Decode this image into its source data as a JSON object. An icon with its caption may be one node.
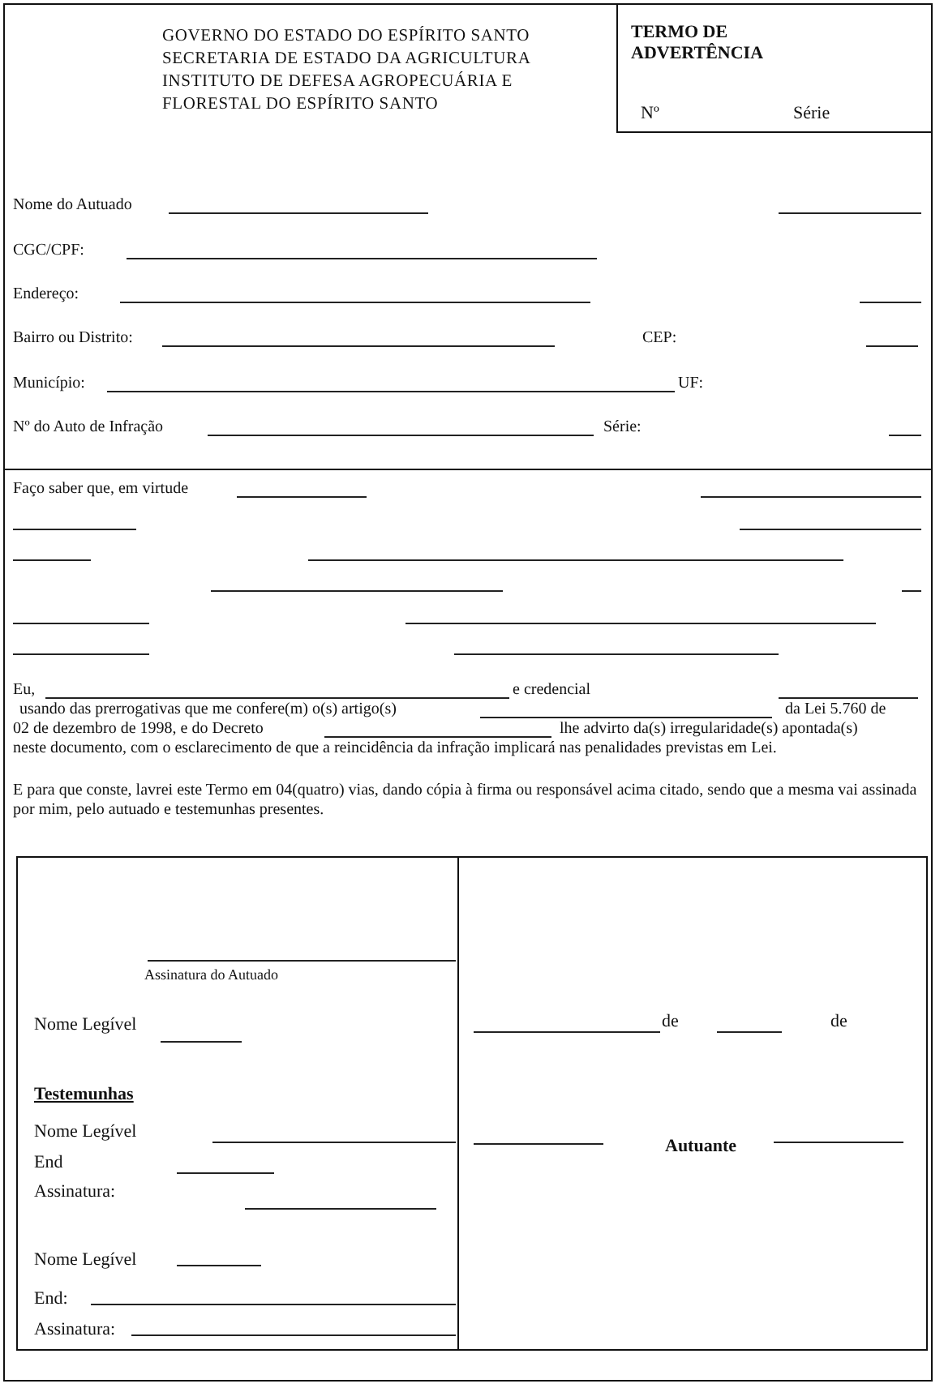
{
  "diagram": {
    "nodes": [
      {
        "text": [
          "TERMO DE ADVERTÊNCIA",
          "Nº",
          "Série"
        ]
      },
      {
        "text": [
          "Assinatura do Autuado",
          "Nome Legível",
          "Testemunhas",
          "Nome Legível",
          "End",
          "Assinatura:",
          "Nome Legível",
          "End:",
          "Assinatura:"
        ]
      },
      {
        "text": [
          "de",
          "de",
          "Autuante"
        ]
      }
    ],
    "labels": [
      "GOVERNO DO ESTADO DO ESPÍRITO SANTO",
      "SECRETARIA DE ESTADO DA AGRICULTURA",
      "INSTITUTO DE DEFESA AGROPECUÁRIA E FLORESTAL DO ESPÍRITO SANTO",
      "Nome do Autuado",
      "CGC/CPF:",
      "Endereço:",
      "Bairro ou Distrito:",
      "CEP:",
      "Município:",
      "UF:",
      "Nº do Auto de Infração",
      "Série:",
      "Faço saber que, em virtude",
      "Eu,",
      "e credencial",
      "usando das prerrogativas que me confere(m) o(s) artigo(s)",
      "da Lei 5.760 de",
      "02 de dezembro de 1998, e do Decreto",
      "lhe advirto da(s) irregularidade(s) apontada(s)",
      "neste documento, com o esclarecimento de que a reincidência da infração implicará nas penalidades previstas em Lei.",
      "E para que conste, lavrei este Termo em 04(quatro) vias, dando cópia à firma ou responsável acima citado, sendo que a mesma vai assinada por mim, pelo autuado e testemunhas presentes."
    ]
  }
}
